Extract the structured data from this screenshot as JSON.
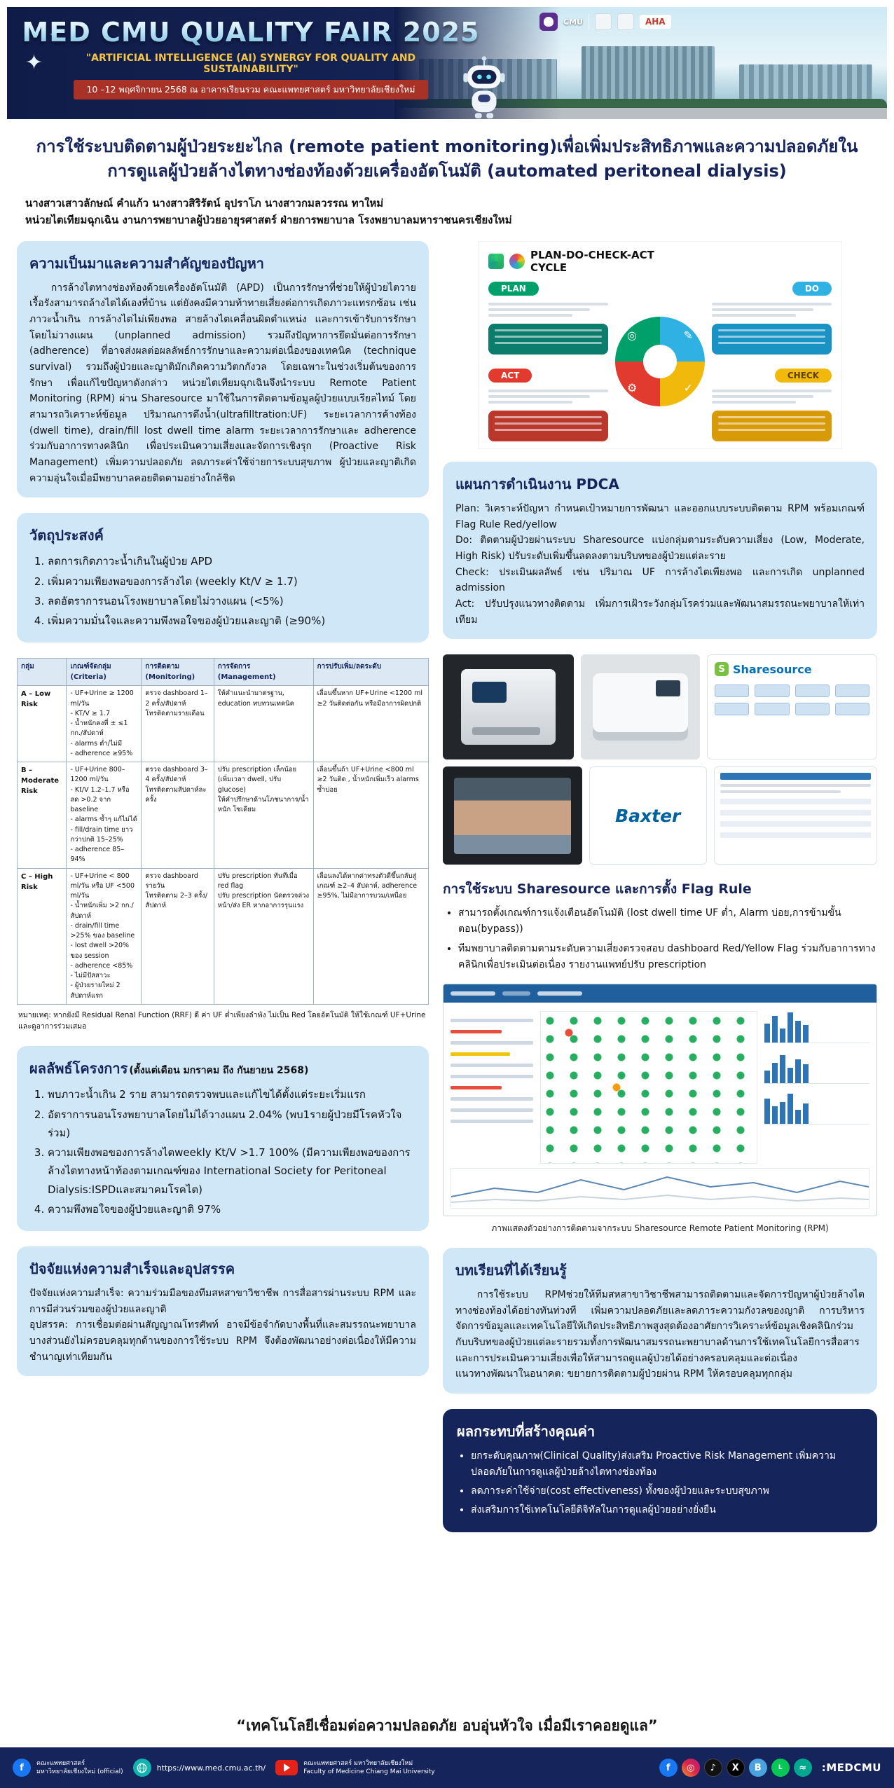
{
  "colors": {
    "navy": "#16245c",
    "box-blue": "#cfe7f7",
    "accent-red": "#a93226",
    "accent-yellow": "#f6c445",
    "plan-green": "#00a06a",
    "do-cyan": "#2fb1e3",
    "act-red": "#e23a2e",
    "check-yellow": "#f0b90b"
  },
  "header": {
    "title": "MED CMU QUALITY FAIR 2025",
    "subtitle": "\"ARTIFICIAL INTELLIGENCE (AI) SYNERGY FOR QUALITY AND SUSTAINABILITY\"",
    "date_line": "10 –12 พฤศจิกายน 2568 ณ อาคารเรียนรวม คณะแพทยศาสตร์ มหาวิทยาลัยเชียงใหม่",
    "logo_cmu": "CMU",
    "logo_aha": "AHA"
  },
  "title_block": {
    "title": "การใช้ระบบติดตามผู้ป่วยระยะไกล (remote patient monitoring)เพื่อเพิ่มประสิทธิภาพและความปลอดภัยในการดูแลผู้ป่วยล้างไตทางช่องท้องด้วยเครื่องอัตโนมัติ (automated peritoneal dialysis)",
    "authors": "นางสาวเสาวลักษณ์ คำแก้ว นางสาวสิริรัตน์ อุปราโภ นางสาวกมลวรรณ ทาใหม่",
    "affiliation": "หน่วยไตเทียมฉุกเฉิน งานการพยาบาลผู้ป่วยอายุรศาสตร์ ฝ่ายการพยาบาล โรงพยาบาลมหาราชนครเชียงใหม่"
  },
  "background": {
    "heading": "ความเป็นมาและความสำคัญของปัญหา",
    "body": "การล้างไตทางช่องท้องด้วยเครื่องอัตโนมัติ (APD) เป็นการรักษาที่ช่วยให้ผู้ป่วยไตวายเรื้อรังสามารถล้างไตได้เองที่บ้าน แต่ยังคงมีความท้าทายเสี่ยงต่อการเกิดภาวะแทรกซ้อน เช่น ภาวะน้ำเกิน การล้างไตไม่เพียงพอ สายล้างไตเคลื่อนผิดตำแหน่ง และการเข้ารับการรักษาโดยไม่วางแผน (unplanned admission) รวมถึงปัญหาการยึดมั่นต่อการรักษา (adherence) ที่อาจส่งผลต่อผลลัพธ์การรักษาและความต่อเนื่องของเทคนิค (technique survival) รวมถึงผู้ป่วยและญาติมักเกิดความวิตกกังวล โดยเฉพาะในช่วงเริ่มต้นของการรักษา เพื่อแก้ไขปัญหาดังกล่าว หน่วยไตเทียมฉุกเฉินจึงนำระบบ Remote Patient Monitoring (RPM) ผ่าน Sharesource มาใช้ในการติดตามข้อมูลผู้ป่วยแบบเรียลไทม์ โดยสามารถวิเคราะห์ข้อมูล ปริมาณการดึงน้ำ(ultrafilltration:UF) ระยะเวลาการค้างท้อง (dwell time), drain/fill  lost dwell time alarm ระยะเวลาการรักษาและ adherence ร่วมกับอาการทางคลินิก เพื่อประเมินความเสี่ยงและจัดการเชิงรุก (Proactive Risk Management) เพิ่มความปลอดภัย ลดภาระค่าใช้จ่ายการะบบสุขภาพ ผู้ป่วยและญาติเกิดความอุ่นใจเมื่อมีพยาบาลคอยติดตามอย่างใกล้ชิด"
  },
  "objectives": {
    "heading": "วัตถุประสงค์",
    "items": [
      "ลดการเกิดภาวะน้ำเกินในผู้ป่วย APD",
      "เพิ่มความเพียงพอของการล้างไต (weekly Kt/V ≥ 1.7)",
      "ลดอัตราการนอนโรงพยาบาลโดยไม่วางแผน (<5%)",
      "เพิ่มความมั่นใจและความพึงพอใจของผู้ป่วยและญาติ (≥90%)"
    ]
  },
  "risk_table": {
    "headers": [
      "กลุ่ม",
      "เกณฑ์จัดกลุ่ม (Criteria)",
      "การติดตาม (Monitoring)",
      "การจัดการ (Management)",
      "การปรับเพิ่ม/ลดระดับ"
    ],
    "rows": [
      {
        "group": "A – Low Risk",
        "criteria": "- UF+Urine ≥ 1200 ml/วัน\n- KT/V ≥ 1.7\n- น้ำหนักคงที่ ± ≤1 กก./สัปดาห์\n- alarms ต่ำ/ไม่มี\n- adherence ≥95%",
        "monitoring": "ตรวจ dashboard 1–2 ครั้ง/สัปดาห์\nโทรติดตามรายเดือน",
        "management": "ให้คำแนะนำมาตรฐาน, education ทบทวนเทคนิค",
        "adjust": "เลื่อนขึ้นหาก UF+Urine <1200 ml ≥2 วันติดต่อกัน หรือมีอาการผิดปกติ"
      },
      {
        "group": "B – Moderate Risk",
        "criteria": "- UF+Urine 800–1200 ml/วัน\n- Kt/V 1.2–1.7 หรือลด >0.2 จาก baseline\n- alarms ซ้ำๆ แก้ไม่ได้\n- fill/drain time ยาวกว่าปกติ 15–25%\n- adherence 85–94%",
        "monitoring": "ตรวจ dashboard 3–4 ครั้ง/สัปดาห์\nโทรติดตามสัปดาห์ละครั้ง",
        "management": "ปรับ prescription เล็กน้อย (เพิ่มเวลา dwell, ปรับ glucose)\nให้คำปรึกษาด้านโภชนาการ/น้ำหนัก โซเดียม",
        "adjust": "เลื่อนขึ้นถ้า UF+Urine <800 ml ≥2 วันติด , น้ำหนักเพิ่มเร็ว alarms ซ้ำบ่อย"
      },
      {
        "group": "C – High Risk",
        "criteria": "- UF+Urine < 800 ml/วัน หรือ UF <500 ml/วัน\n- น้ำหนักเพิ่ม >2 กก./สัปดาห์\n- drain/fill time >25% ของ baseline\n- lost dwell >20% ของ session\n- adherence <85%\n- ไม่มีปัสสาวะ\n- ผู้ป่วยรายใหม่ 2 สัปดาห์แรก",
        "monitoring": "ตรวจ dashboard รายวัน\nโทรติดตาม 2–3 ครั้ง/สัปดาห์",
        "management": "ปรับ prescription ทันทีเมื่อ red flag\nปรับ prescription นัดตรวจล่วงหน้า/ส่ง ER หากอาการรุนแรง",
        "adjust": "เลื่อนลงได้หากค่าทรงตัวดีขึ้นกลับสู่เกณฑ์ ≥2–4 สัปดาห์, adherence ≥95%, ไม่มีอาการบวม/เหนื่อย"
      }
    ],
    "note": "หมายเหตุ: หากยังมี Residual Renal Function (RRF) ดี ค่า UF ต่ำเพียงลำพัง ไม่เป็น Red โดยอัตโนมัติ ให้ใช้เกณฑ์ UF+Urine และดูอาการร่วมเสมอ"
  },
  "results": {
    "heading": "ผลลัพธ์โครงการ",
    "heading_suffix": "(ตั้งแต่เดือน มกราคม ถึง กันยายน 2568)",
    "items": [
      "พบภาวะน้ำเกิน 2 ราย สามารถตรวจพบและแก้ไขได้ตั้งแต่ระยะเริ่มแรก",
      "อัตราการนอนโรงพยาบาลโดยไม่ได้วางแผน 2.04% (พบ1รายผู้ป่วยมีโรคหัวใจร่วม)",
      "ความเพียงพอของการล้างไตweekly Kt/V >1.7 100% (มีความเพียงพอของการล้างไตทางหน้าท้องตามเกณฑ์ของ International Society for Peritoneal Dialysis:ISPDและสมาคมโรคไต)",
      "ความพึงพอใจของผู้ป่วยและญาติ 97%"
    ]
  },
  "success": {
    "heading": "ปัจจัยแห่งความสำเร็จและอุปสรรค",
    "p1": "ปัจจัยแห่งความสำเร็จ: ความร่วมมือของทีมสหสาขาวิชาชีพ การสื่อสารผ่านระบบ RPM และการมีส่วนร่วมของผู้ป่วยและญาติ",
    "p2": "อุปสรรค: การเชื่อมต่อผ่านสัญญาณโทรศัพท์ อาจมีข้อจำกัดบางพื้นที่และสมรรถนะพยาบาลบางส่วนยังไม่ครอบคลุมทุกด้านของการใช้ระบบ RPM จึงต้องพัฒนาอย่างต่อเนื่องให้มีความชำนาญเท่าเทียมกัน"
  },
  "pdca_figure": {
    "title": "PLAN-DO-CHECK-ACT",
    "title2": "CYCLE",
    "labels": [
      "PLAN",
      "DO",
      "ACT",
      "CHECK"
    ],
    "icons": {
      "plan": "◎",
      "do": "✎",
      "act": "⚙",
      "check": "✓"
    }
  },
  "pdca": {
    "heading": "แผนการดำเนินงาน PDCA",
    "plan": "Plan: วิเคราะห์ปัญหา กำหนดเป้าหมายการพัฒนา และออกแบบระบบติดตาม RPM พร้อมเกณฑ์ Flag Rule Red/yellow",
    "do": "Do: ติดตามผู้ป่วยผ่านระบบ Sharesource แบ่งกลุ่มตามระดับความเสี่ยง (Low, Moderate, High Risk) ปรับระดับเพิ่มขึ้นลดลงตามบริบทของผู้ป่วยแต่ละราย",
    "check": "Check: ประเมินผลลัพธ์ เช่น ปริมาณ UF การล้างไตเพียงพอ และการเกิด unplanned admission",
    "act": "Act: ปรับปรุงแนวทางติดตาม เพิ่มการเฝ้าระวังกลุ่มโรคร่วมและพัฒนาสมรรถนะพยาบาลให้เท่าเทียม"
  },
  "devices": {
    "sharesource": "Sharesource",
    "baxter": "Baxter"
  },
  "flag": {
    "heading": "การใช้ระบบ Sharesource และการตั้ง Flag Rule",
    "items": [
      "สามารถตั้งเกณฑ์การแจ้งเตือนอัตโนมัติ (lost dwell time UF ต่ำ, Alarm บ่อย,การข้ามขั้นตอน(bypass))",
      "ทีมพยาบาลติดตามตามระดับความเสี่ยงตรวจสอบ dashboard Red/Yellow Flag ร่วมกับอาการทางคลินิกเพื่อประเมินต่อเนื่อง รายงานแพทย์ปรับ prescription"
    ]
  },
  "dashboard": {
    "caption": "ภาพแสดงตัวอย่างการติดตามจากระบบ Sharesource  Remote Patient Monitoring (RPM)"
  },
  "lessons": {
    "heading": "บทเรียนที่ได้เรียนรู้",
    "body": "การใช้ระบบ RPMช่วยให้ทีมสหสาขาวิชาชีพสามารถติดตามและจัดการปัญหาผู้ป่วยล้างไตทางช่องท้องได้อย่างทันท่วงที เพิ่มความปลอดภัยและลดภาระความกังวลของญาติ การบริหารจัดการข้อมูลและเทคโนโลยีให้เกิดประสิทธิภาพสูงสุดต้องอาศัยการวิเคราะห์ข้อมูลเชิงคลินิกร่วมกับบริบทของผู้ป่วยแต่ละรายรวมทั้งการพัฒนาสมรรถนะพยาบาลด้านการใช้เทคโนโลยีการสื่อสาร และการประเมินความเสี่ยงเพื่อให้สามารถดูแลผู้ป่วยได้อย่างครอบคลุมและต่อเนื่อง",
    "future": "แนวทางพัฒนาในอนาคต: ขยายการติดตามผู้ป่วยผ่าน RPM ให้ครอบคลุมทุกกลุ่ม"
  },
  "impact": {
    "heading": "ผลกระทบที่สร้างคุณค่า",
    "items": [
      "ยกระดับคุณภาพ(Clinical Quality)ส่งเสริม Proactive Risk Management เพิ่มความปลอดภัยในการดูแลผู้ป่วยล้างไตทางช่องท้อง",
      "ลดภาระค่าใช้จ่าย(cost effectiveness) ทั้งของผู้ป่วยและระบบสุขภาพ",
      "ส่งเสริมการใช้เทคโนโลยีดิจิทัลในการดูแลผู้ป่วยอย่างยั่งยืน"
    ]
  },
  "quote": {
    "text": "“เทคโนโลยีเชื่อมต่อความปลอดภัย อบอุ่นหัวใจ เมื่อมีเราคอยดูแล”"
  },
  "footer": {
    "fb_label": "คณะแพทยศาสตร์\nมหาวิทยาลัยเชียงใหม่ (official)",
    "url": "https://www.med.cmu.ac.th/",
    "yt_label": "คณะแพทยศาสตร์ มหาวิทยาลัยเชียงใหม่\nFaculty of Medicine Chiang Mai University",
    "brand": ":MEDCMU",
    "icons": {
      "facebook": "f",
      "instagram": "◎",
      "tiktok": "♪",
      "x": "X",
      "blockdit": "B",
      "line": "L",
      "wifi": "≈"
    }
  }
}
